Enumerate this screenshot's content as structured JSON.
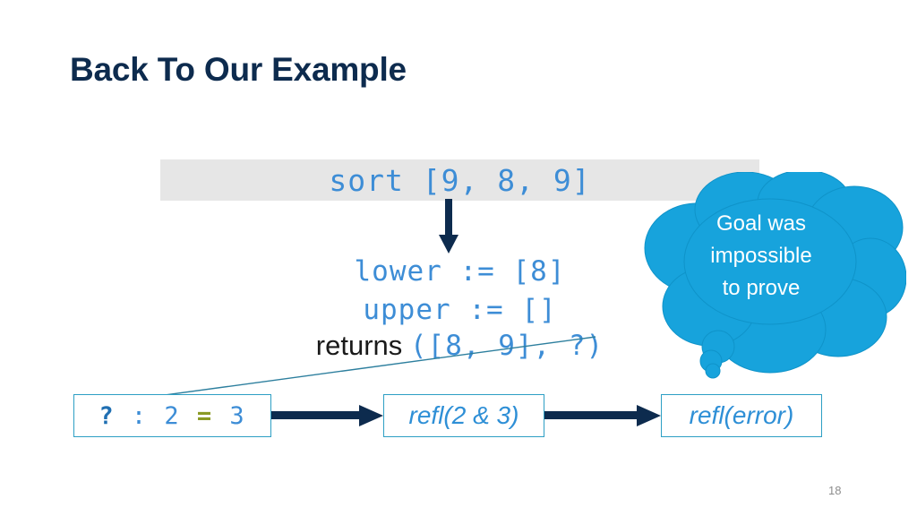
{
  "slide": {
    "title": "Back To Our Example",
    "page_number": "18"
  },
  "code_band": {
    "text": "sort [9, 8, 9]",
    "background_color": "#e6e6e6",
    "text_color": "#3d8dd6"
  },
  "trace": {
    "lower_line": "lower := [8]",
    "upper_line": "upper := []",
    "returns_word": "returns ",
    "returns_expr": "([8, 9], ?)"
  },
  "flow": {
    "boxes": [
      {
        "name": "goal-box",
        "segments": [
          "?",
          " : ",
          "2",
          " ",
          "=",
          " ",
          "3"
        ],
        "full_text": "? : 2 = 3",
        "style": "mono"
      },
      {
        "name": "refl-2-and-3-box",
        "full_text": "refl(2 & 3)",
        "style": "italic"
      },
      {
        "name": "refl-error-box",
        "full_text": "refl(error)",
        "style": "italic"
      }
    ],
    "arrow_color": "#0d2b4e",
    "box_border_color": "#2d9fc4"
  },
  "thought_bubble": {
    "lines": [
      "Goal was",
      "impossible",
      "to prove"
    ],
    "full_text": "Goal was impossible to prove",
    "fill_color": "#17a3dc",
    "text_color": "#ffffff"
  },
  "colors": {
    "title": "#0d2b4e",
    "code_blue": "#3d8dd6",
    "accent_teal": "#2d9fc4",
    "equals_olive": "#8a9a24",
    "question_blue": "#1f6fb2"
  }
}
